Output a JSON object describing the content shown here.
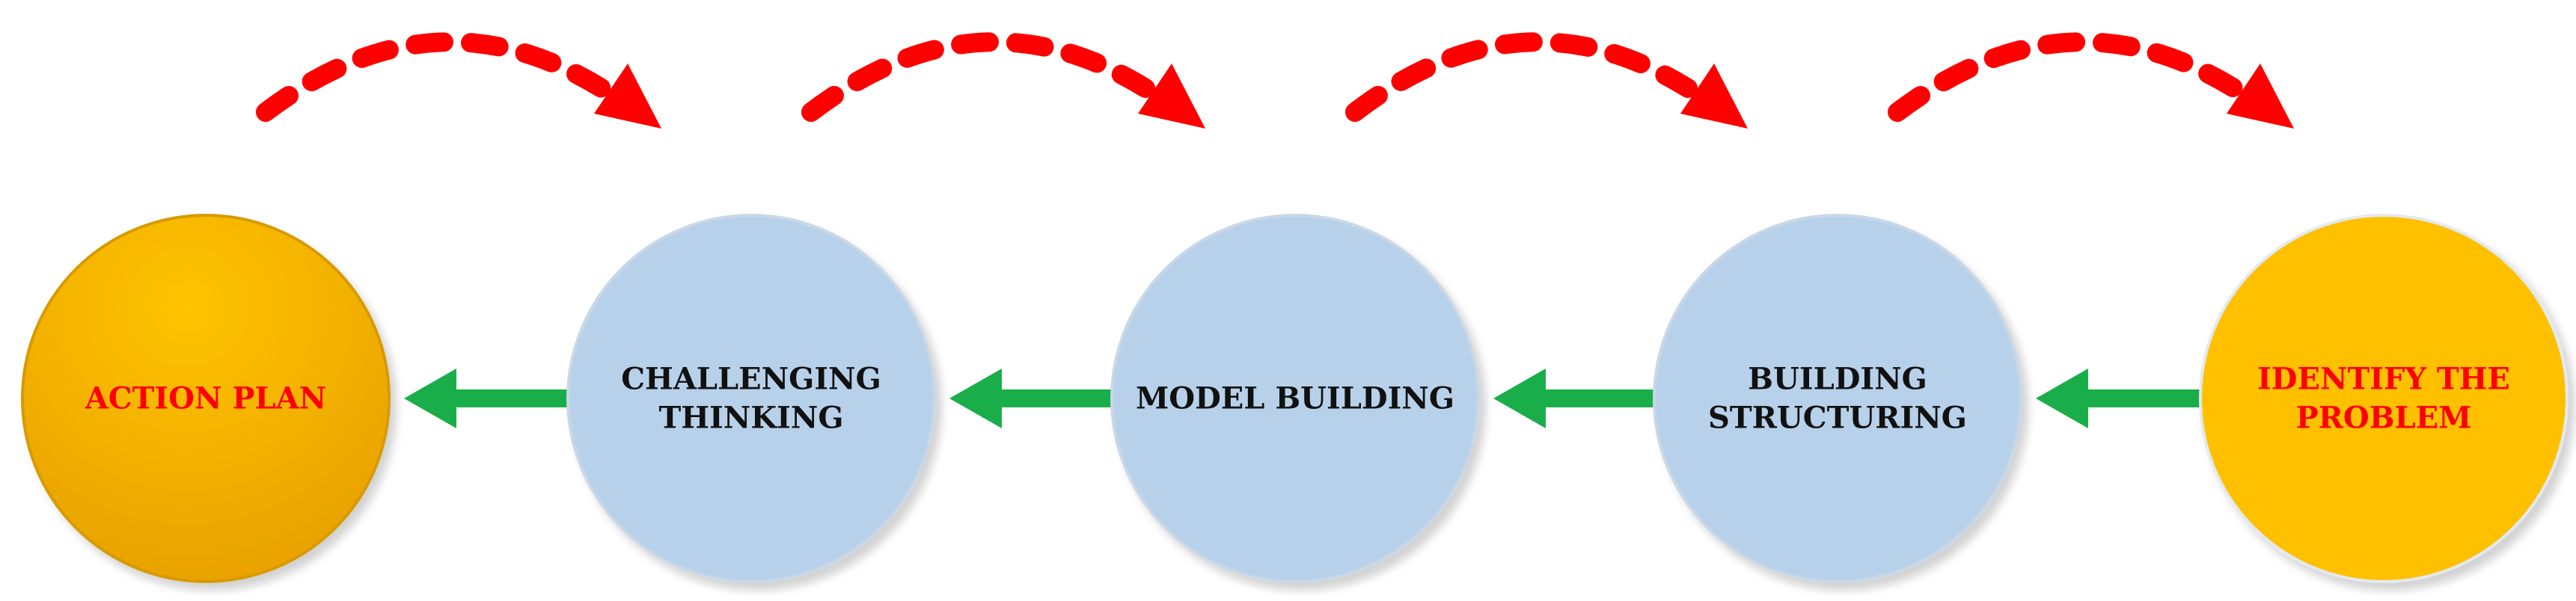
{
  "colors": {
    "background": "#ffffff",
    "blue_node_fill": "#b8d1ea",
    "blue_node_stroke": "#c9d7e6",
    "orange_node_fill": "#ffc000",
    "orange_node_dark": "#e8a300",
    "orange_node_stroke": "#d79a00",
    "green_arrow": "#1aae4a",
    "red_arrow": "#ff0000",
    "red_text": "#ff0000",
    "dark_text": "#111111"
  },
  "nodes": [
    {
      "id": "action-plan",
      "lines": [
        "ACTION PLAN"
      ],
      "style": "orange"
    },
    {
      "id": "challenging-thinking",
      "lines": [
        "CHALLENGING",
        "THINKING"
      ],
      "style": "blue"
    },
    {
      "id": "model-building",
      "lines": [
        "MODEL BUILDING"
      ],
      "style": "blue"
    },
    {
      "id": "building-structuring",
      "lines": [
        "BUILDING",
        "STRUCTURING"
      ],
      "style": "blue"
    },
    {
      "id": "identify-the-problem",
      "lines": [
        "IDENTIFY THE",
        "PROBLEM"
      ],
      "style": "orange-light"
    }
  ],
  "green_arrows": [
    {
      "from": "challenging-thinking",
      "to": "action-plan"
    },
    {
      "from": "model-building",
      "to": "challenging-thinking"
    },
    {
      "from": "building-structuring",
      "to": "model-building"
    },
    {
      "from": "identify-the-problem",
      "to": "building-structuring"
    }
  ],
  "red_arrows": [
    {
      "from": "action-plan",
      "to": "challenging-thinking"
    },
    {
      "from": "challenging-thinking",
      "to": "model-building"
    },
    {
      "from": "model-building",
      "to": "building-structuring"
    },
    {
      "from": "building-structuring",
      "to": "identify-the-problem"
    }
  ]
}
